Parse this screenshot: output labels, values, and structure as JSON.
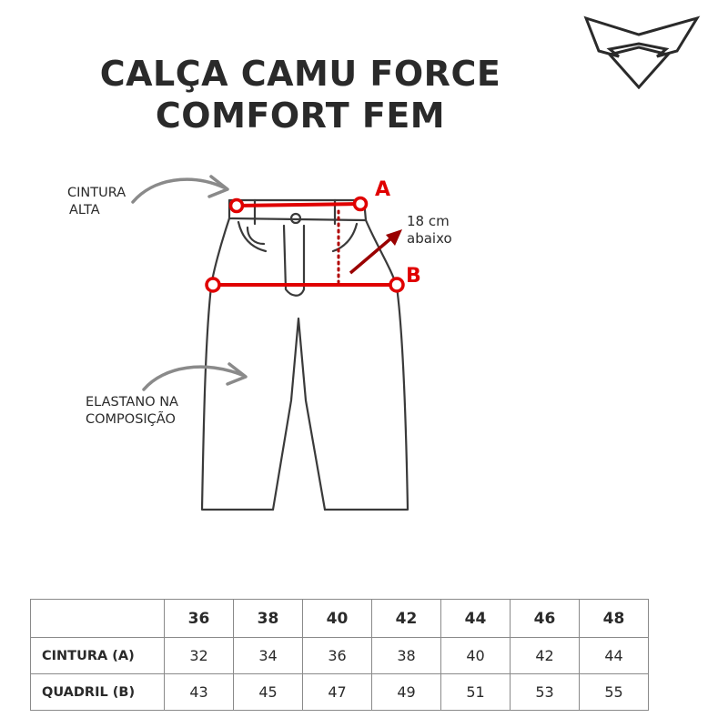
{
  "title": {
    "line1": "CALÇA CAMU FORCE",
    "line2": "COMFORT FEM"
  },
  "logo_icon": "brand-wing-logo-icon",
  "annotations": {
    "waist_line1": "CINTURA",
    "waist_line2": "ALTA",
    "elastane_line1": "ELASTANO NA",
    "elastane_line2": "COMPOSIÇÃO",
    "measure_a": "A",
    "measure_b": "B",
    "offset_line1": "18 cm",
    "offset_line2": "abaixo"
  },
  "colors": {
    "measure_red": "#e00000",
    "text_dark": "#2a2a2a",
    "arrow_gray": "#8a8a8a"
  },
  "size_table": {
    "sizes": [
      "36",
      "38",
      "40",
      "42",
      "44",
      "46",
      "48"
    ],
    "rows": [
      {
        "label": "CINTURA (A)",
        "values": [
          "32",
          "34",
          "36",
          "38",
          "40",
          "42",
          "44"
        ]
      },
      {
        "label": "QUADRIL (B)",
        "values": [
          "43",
          "45",
          "47",
          "49",
          "51",
          "53",
          "55"
        ]
      }
    ]
  }
}
